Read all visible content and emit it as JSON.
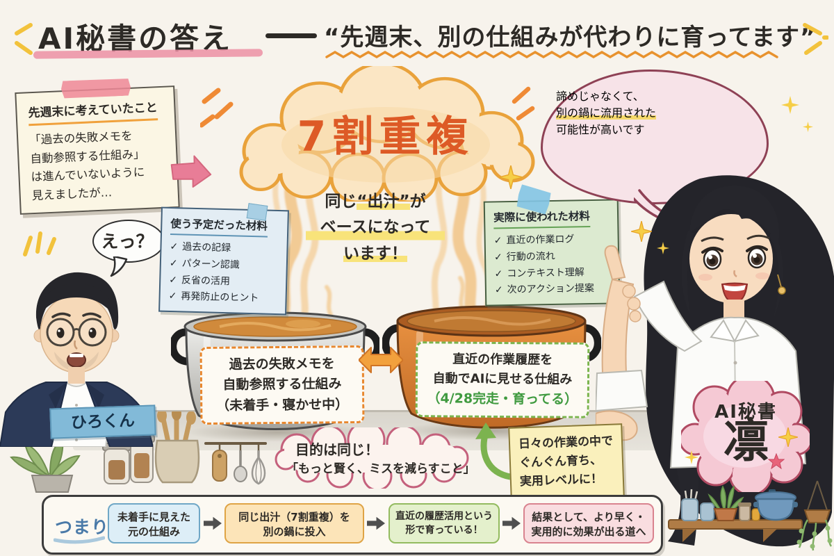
{
  "title": {
    "main": "AI秘書の答え",
    "quote": "“先週末、別の仕組みが代わりに育ってます”"
  },
  "memo_note": {
    "heading": "先週末に考えていたこと",
    "line1": "「過去の失敗メモを",
    "line2": "自動参照する仕組み」",
    "line3": "は進んでいないように",
    "line4": "見えましたが…"
  },
  "hiro": {
    "exclamation": "えっ？",
    "name": "ひろくん"
  },
  "overlap_cloud": {
    "label": "7割重複"
  },
  "dashi_text": {
    "l1a": "同じ",
    "l1b": "“出汁”",
    "l1c": "が",
    "l2": "ベースになって",
    "l3": "います！"
  },
  "planned_note": {
    "heading": "使う予定だった材料",
    "items": [
      "過去の記録",
      "パターン認識",
      "反省の活用",
      "再発防止のヒント"
    ]
  },
  "actual_note": {
    "heading": "実際に使われた材料",
    "items": [
      "直近の作業ログ",
      "行動の流れ",
      "コンテキスト理解",
      "次のアクション提案"
    ]
  },
  "rin_bubble": {
    "line1": "諦めじゃなくて、",
    "line2": "別の鍋に流用された",
    "line3": "可能性が高いです"
  },
  "left_pot": {
    "line1": "過去の失敗メモを",
    "line2": "自動参照する仕組み",
    "line3": "（未着手・寝かせ中）"
  },
  "right_pot": {
    "line1": "直近の作業履歴を",
    "line2": "自動でAIに見せる仕組み",
    "line3": "（4/28完走・育ってる）"
  },
  "purpose_bubble": {
    "line1": "目的は同じ！",
    "line2": "「もっと賢く、ミスを減らすこと」"
  },
  "growth_note": {
    "line1": "日々の作業の中で",
    "line2": "ぐんぐん育ち、",
    "line3": "実用レベルに！"
  },
  "rin_tag": {
    "role": "AI秘書",
    "name": "凛"
  },
  "flow": {
    "lead": "つまり…",
    "steps": [
      {
        "line1": "未着手に見えた",
        "line2": "元の仕組み"
      },
      {
        "line1": "同じ出汁（7割重複）を",
        "line2": "別の鍋に投入"
      },
      {
        "line1": "直近の履歴活用という",
        "line2": "形で育っている！"
      },
      {
        "line1": "結果として、より早く・",
        "line2": "実用的に効果が出る道へ"
      }
    ]
  },
  "icons": {
    "check": "✓"
  },
  "colors": {
    "background": "#f7f3ec",
    "accent_orange": "#e8922e",
    "cloud_text_orange": "#dd5a26",
    "title_underline_pink": "#ec8fa4",
    "highlight_yellow": "#f8e37a",
    "status_green": "#3f9a3f",
    "name_label_blue": "#82bad8",
    "bubble_pink": "#f7e3e8"
  }
}
